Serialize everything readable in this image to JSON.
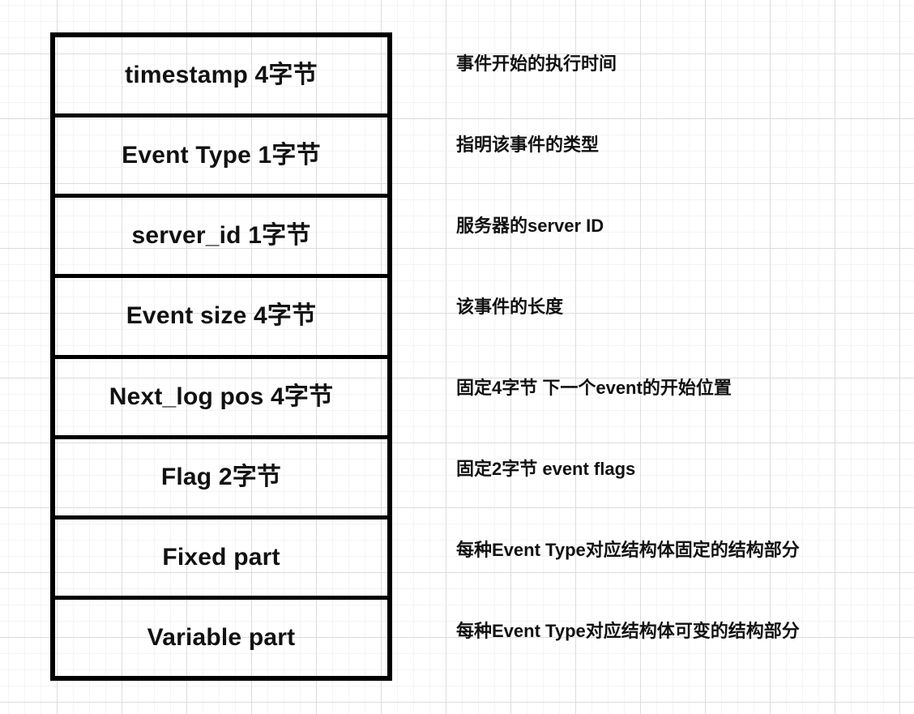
{
  "diagram": {
    "title": "MySQL binlog event structure",
    "colors": {
      "background": "#ffffff",
      "grid_minor": "#f4f4f4",
      "grid_major": "#dcdcdc",
      "border": "#000000",
      "text": "#111111"
    },
    "rows": [
      {
        "label": "timestamp 4字节",
        "annotation": "事件开始的执行时间"
      },
      {
        "label": "Event Type 1字节",
        "annotation": "指明该事件的类型"
      },
      {
        "label": "server_id 1字节",
        "annotation": "服务器的server ID"
      },
      {
        "label": "Event size 4字节",
        "annotation": "该事件的长度"
      },
      {
        "label": "Next_log pos 4字节",
        "annotation": "固定4字节 下一个event的开始位置"
      },
      {
        "label": "Flag 2字节",
        "annotation": "固定2字节 event flags"
      },
      {
        "label": "Fixed part",
        "annotation": "每种Event Type对应结构体固定的结构部分"
      },
      {
        "label": "Variable part",
        "annotation": "每种Event Type对应结构体可变的结构部分"
      }
    ]
  }
}
